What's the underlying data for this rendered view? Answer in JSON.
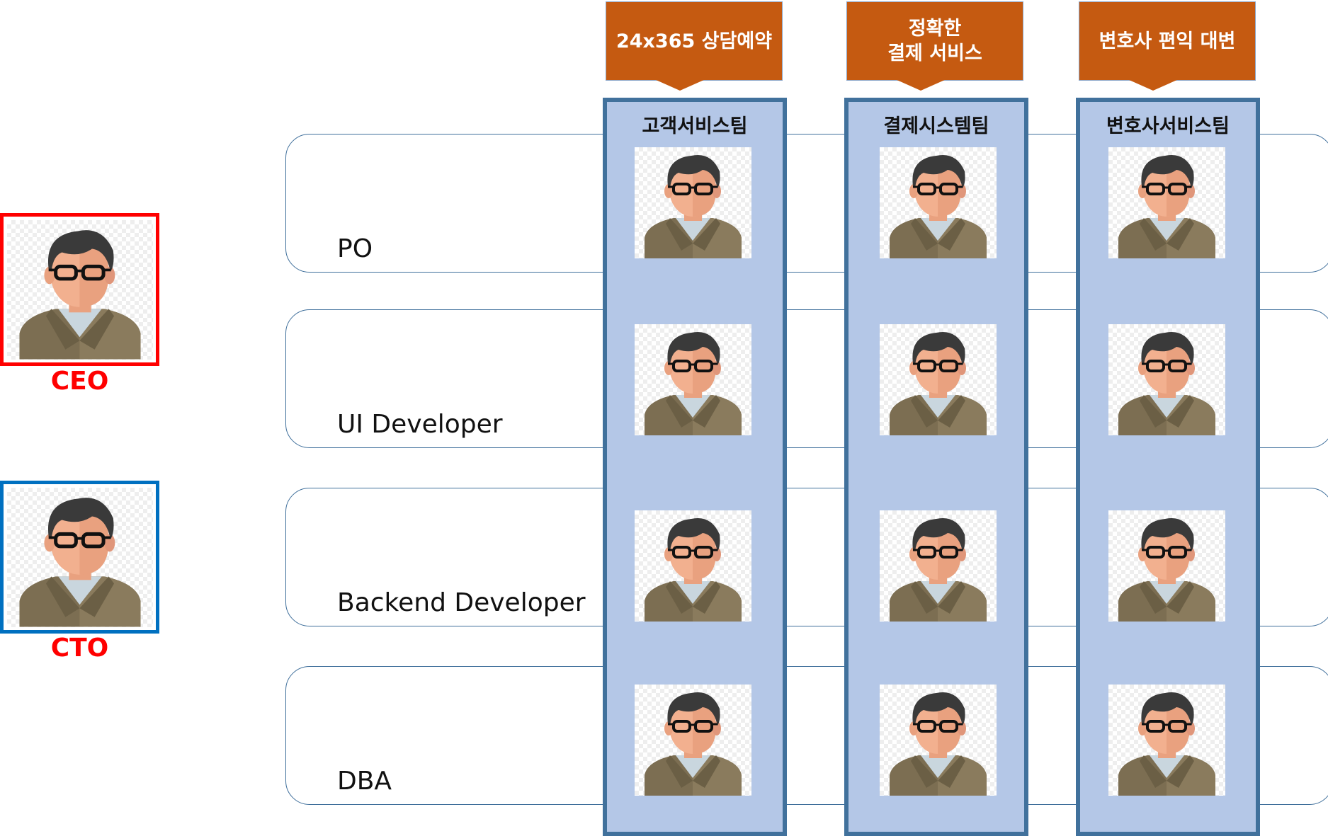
{
  "executives": [
    {
      "label": "CEO",
      "icon": "person-avatar-icon",
      "border_color": "#ff0000"
    },
    {
      "label": "CTO",
      "icon": "person-avatar-icon",
      "border_color": "#0070c0"
    }
  ],
  "roles": [
    {
      "label": "PO"
    },
    {
      "label": "UI Developer"
    },
    {
      "label": "Backend Developer"
    },
    {
      "label": "DBA"
    }
  ],
  "teams": [
    {
      "name": "고객서비스팀",
      "callout": "24x365 상담예약"
    },
    {
      "name": "결제시스템팀",
      "callout": "정확한\n결제 서비스"
    },
    {
      "name": "변호사서비스팀",
      "callout": "변호사 편익 대변"
    }
  ],
  "colors": {
    "team_fill": "#b4c7e7",
    "team_border": "#41719c",
    "callout_fill": "#c55a11",
    "exec_label": "#ff0000"
  }
}
